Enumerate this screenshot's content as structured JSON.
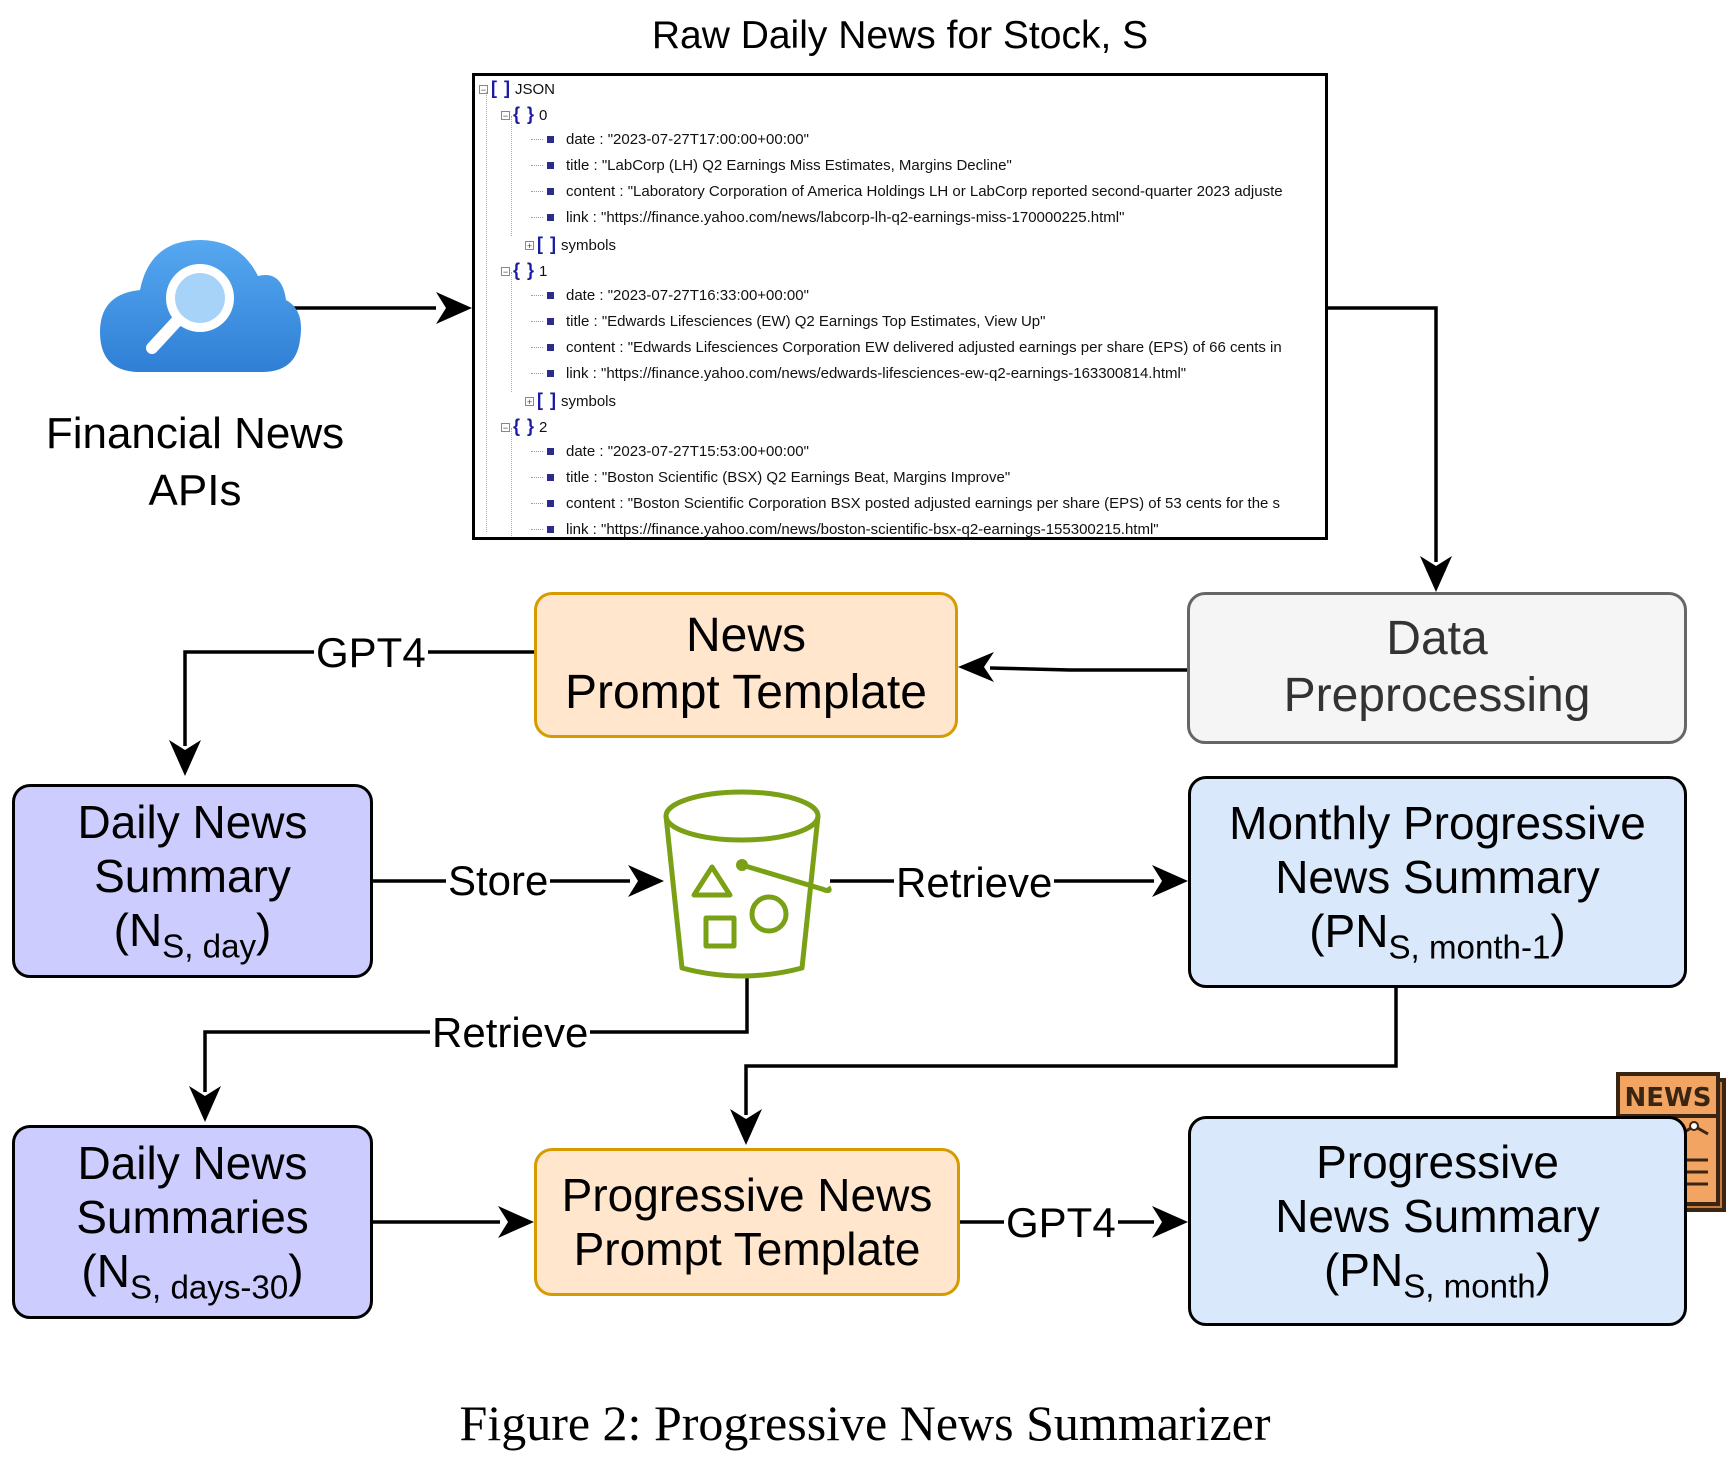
{
  "source": {
    "label_line1": "Financial News",
    "label_line2": "APIs",
    "icon": "cloud-search-icon"
  },
  "json_panel": {
    "title": "Raw Daily News for Stock, S",
    "root_label": "JSON",
    "items": [
      {
        "index": "0",
        "date": "date : \"2023-07-27T17:00:00+00:00\"",
        "title": "title : \"LabCorp (LH) Q2 Earnings Miss Estimates, Margins Decline\"",
        "content": "content : \"Laboratory Corporation of America Holdings LH or LabCorp reported second-quarter 2023 adjuste",
        "link": "link : \"https://finance.yahoo.com/news/labcorp-lh-q2-earnings-miss-170000225.html\"",
        "symbols": "symbols"
      },
      {
        "index": "1",
        "date": "date : \"2023-07-27T16:33:00+00:00\"",
        "title": "title : \"Edwards Lifesciences (EW) Q2 Earnings Top Estimates, View Up\"",
        "content": "content : \"Edwards Lifesciences Corporation EW delivered adjusted earnings per share (EPS) of 66 cents in",
        "link": "link : \"https://finance.yahoo.com/news/edwards-lifesciences-ew-q2-earnings-163300814.html\"",
        "symbols": "symbols"
      },
      {
        "index": "2",
        "date": "date : \"2023-07-27T15:53:00+00:00\"",
        "title": "title : \"Boston Scientific (BSX) Q2 Earnings Beat, Margins Improve\"",
        "content": "content : \"Boston Scientific Corporation BSX posted adjusted earnings per share (EPS) of 53 cents for the s",
        "link": "link : \"https://finance.yahoo.com/news/boston-scientific-bsx-q2-earnings-155300215.html\""
      }
    ]
  },
  "nodes": {
    "data_preprocessing": {
      "line1": "Data",
      "line2": "Preprocessing"
    },
    "news_prompt_template": {
      "line1": "News",
      "line2": "Prompt Template"
    },
    "daily_news_summary": {
      "line1": "Daily News",
      "line2": "Summary",
      "symbol_open": "(N",
      "subscript": "S, day",
      "symbol_close": ")"
    },
    "monthly_progressive": {
      "line1": "Monthly Progressive",
      "line2": "News Summary",
      "symbol_open": "(PN",
      "subscript": "S, month-1",
      "symbol_close": ")"
    },
    "daily_news_summaries": {
      "line1": "Daily News",
      "line2": "Summaries",
      "symbol_open": "(N",
      "subscript": "S, days-30",
      "symbol_close": ")"
    },
    "progressive_prompt_template": {
      "line1": "Progressive News",
      "line2": "Prompt Template"
    },
    "progressive_news_summary": {
      "line1": "Progressive",
      "line2": "News Summary",
      "symbol_open": "(PN",
      "subscript": "S, month",
      "symbol_close": ")"
    }
  },
  "edge_labels": {
    "gpt4_top": "GPT4",
    "store": "Store",
    "retrieve_right": "Retrieve",
    "retrieve_down": "Retrieve",
    "gpt4_bottom": "GPT4"
  },
  "icons": {
    "storage": "storage-bucket-icon",
    "newspaper": "newspaper-icon",
    "newspaper_text": "NEWS"
  },
  "colors": {
    "orange_fill": "#ffe6cc",
    "orange_stroke": "#d79b00",
    "grey_fill": "#f5f5f5",
    "grey_stroke": "#666666",
    "purple_fill": "#ccccff",
    "blue_fill": "#dae8fc",
    "bucket_green": "#7aa116",
    "cloud_blue": "#3b8de0"
  },
  "caption": "Figure 2: Progressive News Summarizer"
}
